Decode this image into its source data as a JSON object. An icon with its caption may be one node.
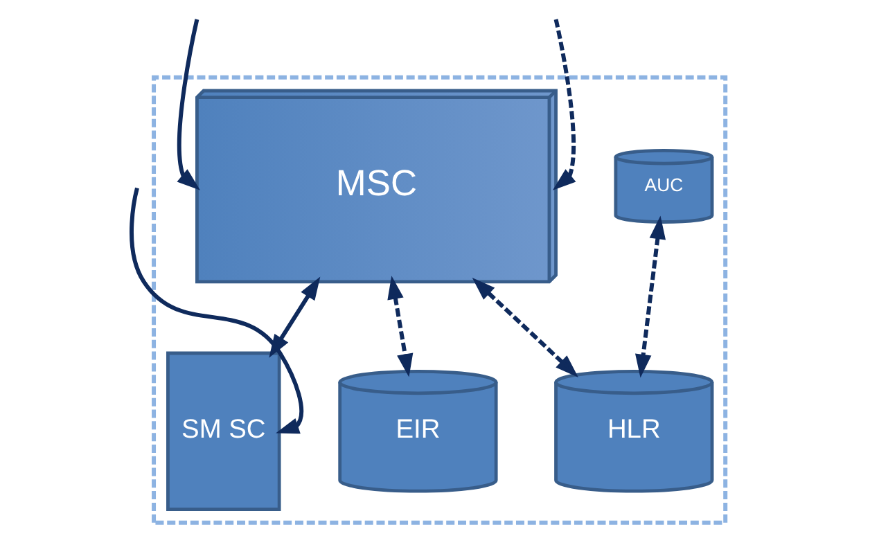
{
  "diagram": {
    "nodes": [
      {
        "text": [],
        "shape": "box"
      },
      {
        "text": [
          "MSC"
        ],
        "in": 0
      },
      {
        "text": [
          "SM SC"
        ],
        "in": 0
      },
      {
        "text": [
          "AUC"
        ],
        "in": 0
      },
      {
        "text": [
          "HLR"
        ],
        "in": 0
      },
      {
        "text": [
          "EIR"
        ],
        "in": 0
      }
    ],
    "edges": [
      {
        "from": null,
        "to": 1,
        "arrow": "to",
        "style": "dashed"
      },
      {
        "from": null,
        "to": 1,
        "arrow": "to"
      },
      {
        "from": 1,
        "to": 2,
        "arrow": "both"
      },
      {
        "from": 1,
        "to": 4,
        "arrow": "both",
        "style": "dashed"
      },
      {
        "from": 1,
        "to": 5,
        "arrow": "both",
        "style": "dashed"
      },
      {
        "from": null,
        "to": 2,
        "arrow": "to"
      },
      {
        "from": 3,
        "to": 4,
        "arrow": "both",
        "style": "dashed"
      }
    ]
  }
}
